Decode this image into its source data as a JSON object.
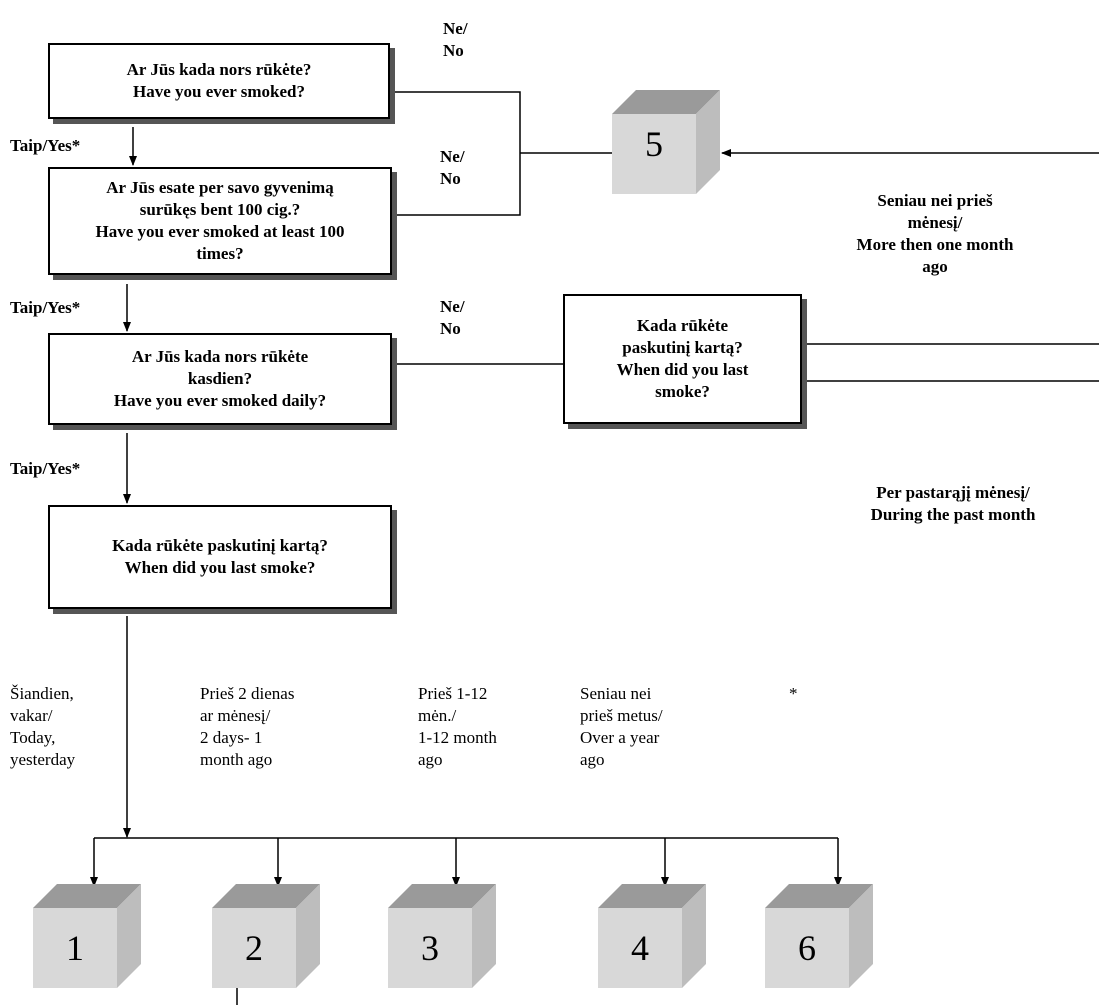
{
  "questions": {
    "q1": {
      "line1": "Ar Jūs kada nors rūkėte?",
      "line2": "Have you ever smoked?"
    },
    "q2": {
      "line1": "Ar Jūs esate per savo gyvenimą",
      "line2": "surūkęs bent 100 cig.?",
      "line3": "Have you ever smoked at least 100",
      "line4": "times?"
    },
    "q3": {
      "line1": "Ar Jūs kada nors rūkėte",
      "line2": "kasdien?",
      "line3": "Have you ever smoked daily?"
    },
    "q4": {
      "line1": "Kada rūkėte paskutinį kartą?",
      "line2": "When did you last smoke?"
    },
    "q5": {
      "line1": "Kada rūkėte",
      "line2": "paskutinį kartą?",
      "line3": "When did you last",
      "line4": "smoke?"
    }
  },
  "labels": {
    "no_line1": "Ne/",
    "no_line2": "No",
    "yes": "Taip/Yes*",
    "more_than_month": {
      "line1": "Seniau nei prieš",
      "line2": "mėnesį/",
      "line3": "More then one month",
      "line4": "ago"
    },
    "past_month": {
      "line1": "Per pastarąjį mėnesį/",
      "line2": "During the past month"
    }
  },
  "answers": [
    {
      "line1": "Šiandien,",
      "line2": "vakar/",
      "line3": "Today,",
      "line4": "yesterday"
    },
    {
      "line1": "Prieš 2 dienas",
      "line2": "ar mėnesį/",
      "line3": "2 days- 1",
      "line4": "month ago"
    },
    {
      "line1": "Prieš 1-12",
      "line2": "mėn./",
      "line3": "1-12 month",
      "line4": "ago"
    },
    {
      "line1": "Seniau nei",
      "line2": "prieš metus/",
      "line3": "Over a year",
      "line4": "ago"
    },
    {
      "line1": "*"
    }
  ],
  "cubes": [
    "1",
    "2",
    "3",
    "4",
    "6",
    "5"
  ],
  "colors": {
    "cube_top": "#9a9a9a",
    "cube_front": "#d8d8d8",
    "cube_side": "#bdbdbd",
    "shadow": "#555555"
  }
}
